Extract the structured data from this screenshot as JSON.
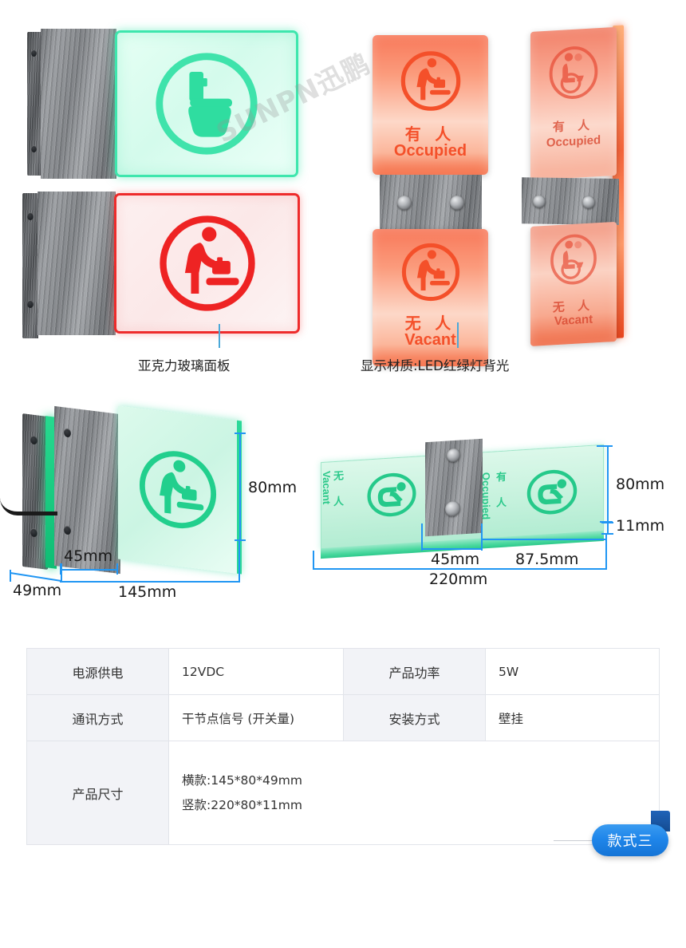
{
  "product": {
    "watermark": "SUNPN迅鹏",
    "badge_label": "款式三"
  },
  "photos": {
    "captions": [
      {
        "text": "亚克力玻璃面板"
      },
      {
        "text": "显示材质:LED红绿灯背光"
      }
    ],
    "panels": [
      {
        "id": "green-toilet",
        "status_cn": "",
        "status_en": "",
        "icon": "toilet-icon",
        "color": "#3ee6ad"
      },
      {
        "id": "red-baby",
        "status_cn": "",
        "status_en": "",
        "icon": "baby-changing-icon",
        "color": "#ee2b2b"
      },
      {
        "id": "orange-occupied",
        "status_cn": "有 人",
        "status_en": "Occupied",
        "icon": "baby-changing-icon",
        "color": "#f4502a"
      },
      {
        "id": "orange-vacant",
        "status_cn": "无 人",
        "status_en": "Vacant",
        "icon": "baby-changing-icon",
        "color": "#f4502a"
      },
      {
        "id": "angled-occupied",
        "status_cn": "有 人",
        "status_en": "Occupied",
        "icon": "wheelchair-icon",
        "color": "#e8503a"
      },
      {
        "id": "angled-vacant",
        "status_cn": "无 人",
        "status_en": "Vacant",
        "icon": "wheelchair-icon",
        "color": "#e8503a"
      }
    ]
  },
  "diagram_horizontal": {
    "name": "横款 horizontal model",
    "panel_status_cn": "",
    "panel_status_en": "",
    "dims": {
      "height": "80mm",
      "bracket_depth": "45mm",
      "width": "145mm",
      "depth": "49mm"
    }
  },
  "diagram_vertical": {
    "name": "竖款 vertical model",
    "left_status_cn": "无 人",
    "left_status_en": "Vacant",
    "right_status_cn": "有 人",
    "right_status_en": "Occupied",
    "dims": {
      "height": "80mm",
      "thickness": "11mm",
      "bracket_width": "45mm",
      "half_width": "87.5mm",
      "total_width": "220mm"
    }
  },
  "spec_table": {
    "rows": [
      {
        "k1": "电源供电",
        "v1": "12VDC",
        "k2": "产品功率",
        "v2": "5W"
      },
      {
        "k1": "通讯方式",
        "v1": "干节点信号 (开关量)",
        "k2": "安装方式",
        "v2": "壁挂"
      }
    ],
    "size_row": {
      "label": "产品尺寸",
      "line1": "横款:145*80*49mm",
      "line2": "竖款:220*80*11mm"
    }
  }
}
